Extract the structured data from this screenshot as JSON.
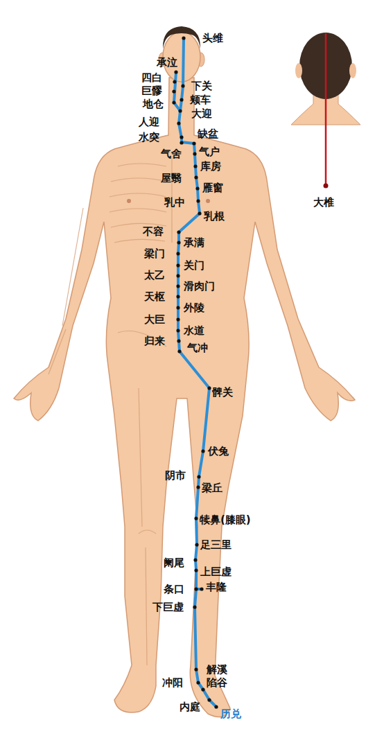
{
  "diagram": {
    "labels": [
      "头维",
      "承泣",
      "四白",
      "巨髎",
      "地仓",
      "下关",
      "颊车",
      "大迎",
      "人迎",
      "水突",
      "缺盆",
      "气舍",
      "气户",
      "库房",
      "屋翳",
      "雁窗",
      "乳中",
      "乳根",
      "不容",
      "承满",
      "梁门",
      "关门",
      "太乙",
      "滑肉门",
      "天枢",
      "外陵",
      "大巨",
      "水道",
      "归来",
      "气冲",
      "髀关",
      "伏兔",
      "阴市",
      "梁丘",
      "犊鼻(膝眼)",
      "足三里",
      "阑尾",
      "上巨虚",
      "条口",
      "丰隆",
      "下巨虚",
      "解溪",
      "冲阳",
      "陷谷",
      "内庭",
      "历兑",
      "大椎"
    ]
  }
}
